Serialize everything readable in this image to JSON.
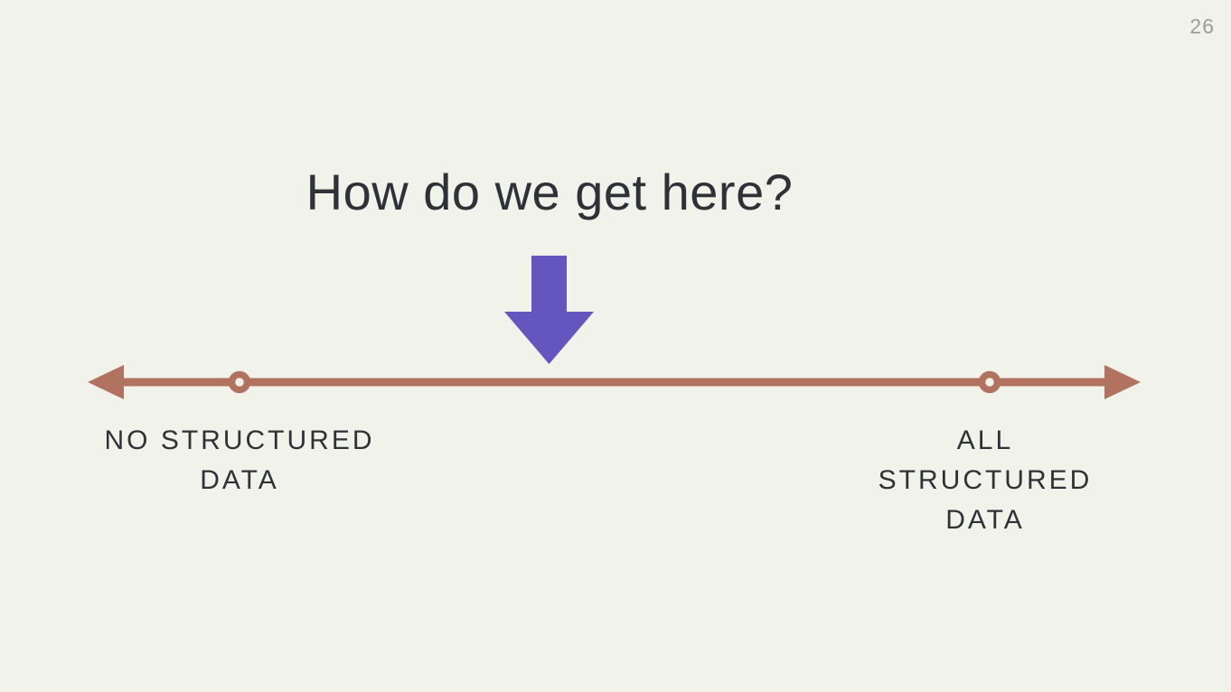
{
  "slide": {
    "page_number": "26",
    "title": "How do we get here?"
  },
  "spectrum": {
    "left_label": "NO STRUCTURED DATA",
    "right_label": "ALL STRUCTURED DATA"
  },
  "icons": {
    "down_arrow": "down-block-arrow-icon",
    "left_arrowhead": "left-arrowhead-icon",
    "right_arrowhead": "right-arrowhead-icon",
    "markers": "ring-marker-icon"
  },
  "colors": {
    "background": "#f1f2ea",
    "text": "#2f3138",
    "axis_line": "#b1725f",
    "down_arrow": "#6456be",
    "page_number": "#9d9d9d"
  }
}
